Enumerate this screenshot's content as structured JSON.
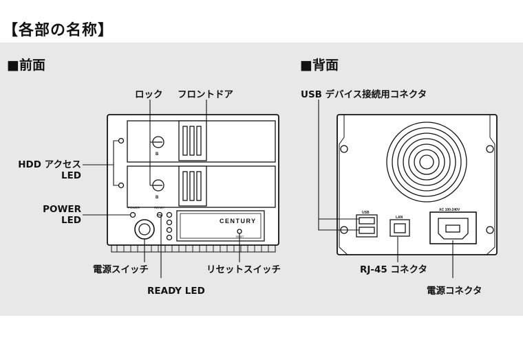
{
  "page_title": "【各部の名称】",
  "front": {
    "heading": "■前面",
    "labels": {
      "lock": "ロック",
      "front_door": "フロントドア",
      "hdd_access_1": "HDD アクセス",
      "hdd_access_2": "LED",
      "power_led_1": "POWER",
      "power_led_2": "LED",
      "power_switch": "電源スイッチ",
      "reset_switch": "リセットスイッチ",
      "ready_led": "READY LED"
    },
    "device_text": {
      "brand": "CENTURY",
      "power": "POWER",
      "ready": "READY",
      "reset": "RESET",
      "bay1_mark": "B",
      "bay2_mark": "B"
    }
  },
  "back": {
    "heading": "■背面",
    "labels": {
      "usb": "USB デバイス接続用コネクタ",
      "rj45": "RJ-45 コネクタ",
      "power_conn": "電源コネクタ"
    },
    "device_text": {
      "usb": "USB",
      "lan": "LAN",
      "ac": "AC 100-240V"
    }
  }
}
